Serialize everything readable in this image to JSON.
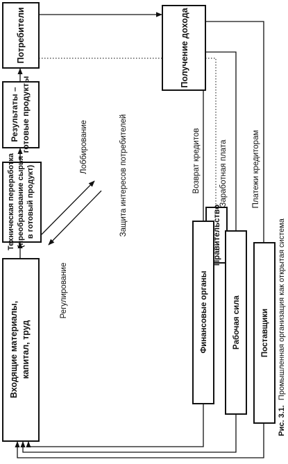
{
  "boxes": {
    "inputs": [
      "Входящие материалы,",
      "капитал, труд"
    ],
    "processing": [
      "Техническая переработка",
      "(преобразование сырья",
      "в готовый продукт)"
    ],
    "results": [
      "Результаты –",
      "готовые продукты"
    ],
    "consumers": "Потребители",
    "income": "Получение дохода",
    "government": "Правительство",
    "finance": "Финансовые органы",
    "labor": "Рабочая сила",
    "suppliers": "Поставщики"
  },
  "labels": {
    "lobbying": "Лоббирование",
    "regulation": "Регулирование",
    "consumer_protection": "Защита интересов потребителей",
    "loan_repayment": "Возврат кредитов",
    "wages": "Заработная плата",
    "creditor_payments": "Платежи кредиторам"
  },
  "caption": {
    "prefix": "Рис. 3.1.",
    "text": "Промышленная организация как открытая система"
  }
}
